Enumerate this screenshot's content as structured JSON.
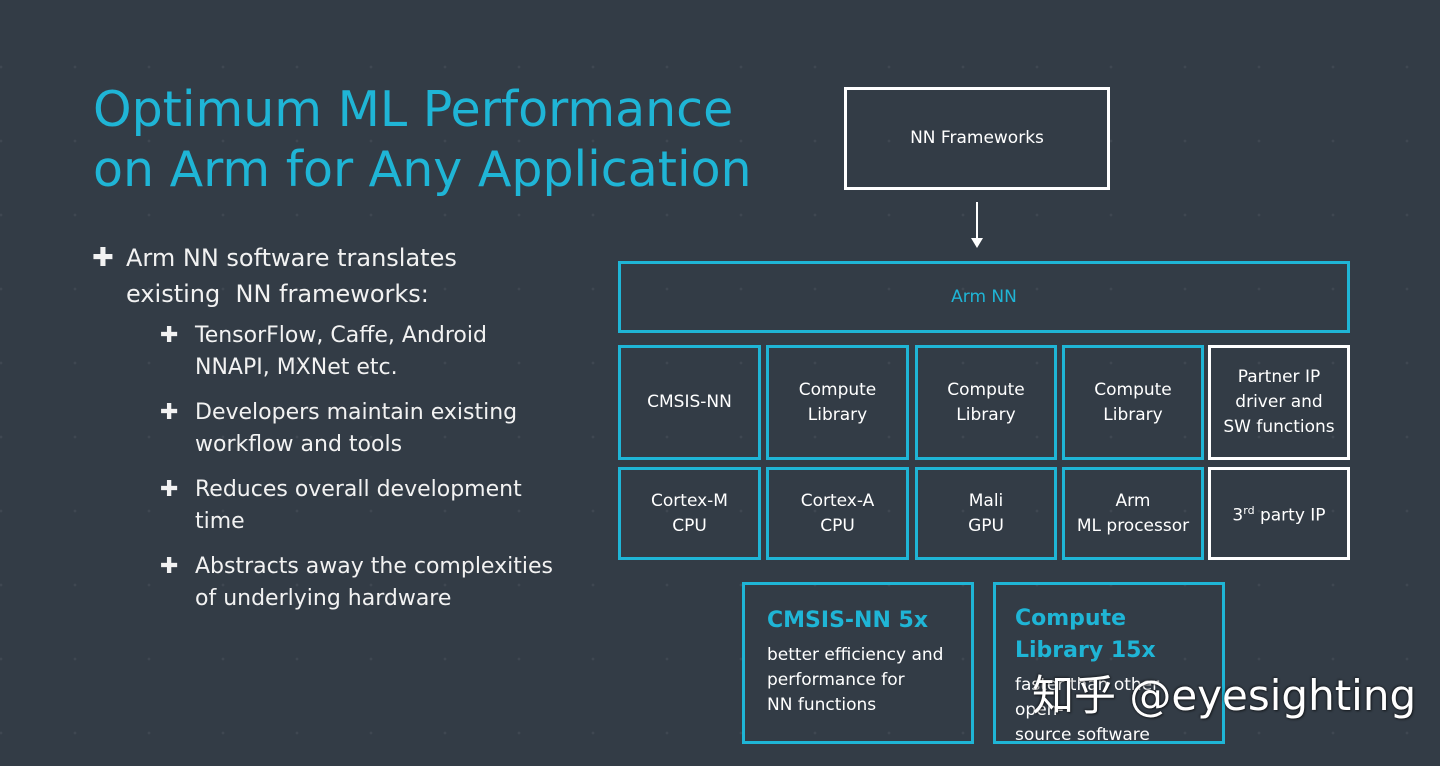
{
  "slide": {
    "title_line1": "Optimum ML Performance",
    "title_line2": "on Arm for Any Application",
    "bullet_main_line1": "Arm NN software translates",
    "bullet_main_line2": "existing  NN frameworks:",
    "sub_bullets": [
      [
        "TensorFlow, Caffe, Android",
        "NNAPI, MXNet etc."
      ],
      [
        "Developers maintain existing",
        "workflow and tools"
      ],
      [
        "Reduces overall development",
        "time"
      ],
      [
        "Abstracts away the complexities",
        "of underlying hardware"
      ]
    ]
  },
  "diagram": {
    "frameworks": "NN Frameworks",
    "arm_nn": "Arm NN",
    "libraries": [
      "CMSIS-NN",
      "Compute\nLibrary",
      "Compute\nLibrary",
      "Compute\nLibrary",
      "Partner IP\ndriver and\nSW functions"
    ],
    "hardware": [
      "Cortex-M\nCPU",
      "Cortex-A\nCPU",
      "Mali\nGPU",
      "Arm\nML processor"
    ],
    "third_party_prefix": "3",
    "third_party_sup": "rd",
    "third_party_suffix": " party IP"
  },
  "info_boxes": {
    "cmsis_head": "CMSIS-NN 5x",
    "cmsis_desc_line1": "better efficiency and",
    "cmsis_desc_line2": "performance for",
    "cmsis_desc_line3": "NN functions",
    "compute_head_line1": "Compute",
    "compute_head_line2": "Library 15x",
    "compute_desc_line1": "faster than other open-",
    "compute_desc_line2": "source software (OSS)"
  },
  "watermark": "知乎 @eyesighting",
  "colors": {
    "background": "#333c46",
    "accent": "#1fb5d6",
    "text": "#ffffff"
  }
}
